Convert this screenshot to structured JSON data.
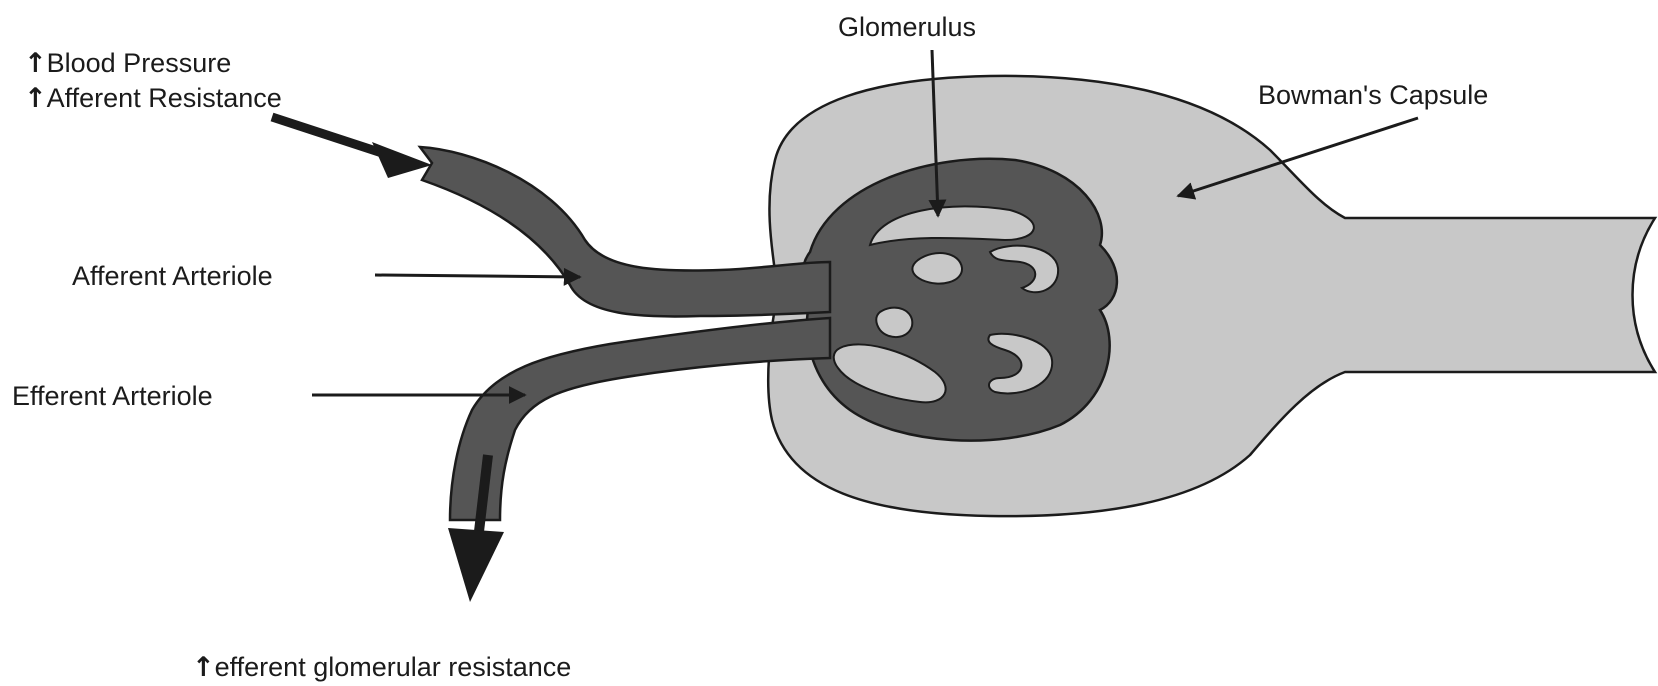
{
  "labels": {
    "blood_pressure": "Blood Pressure",
    "afferent_resistance": "Afferent Resistance",
    "glomerulus": "Glomerulus",
    "bowmans_capsule": "Bowman's Capsule",
    "afferent_arteriole": "Afferent Arteriole",
    "efferent_arteriole": "Efferent Arteriole",
    "efferent_glomerular_resistance": "efferent glomerular resistance"
  },
  "increase_symbol": "↑",
  "colors": {
    "capsule_fill": "#c8c8c8",
    "vessel_fill": "#555555",
    "outline": "#1b1b1b",
    "background": "#ffffff"
  }
}
